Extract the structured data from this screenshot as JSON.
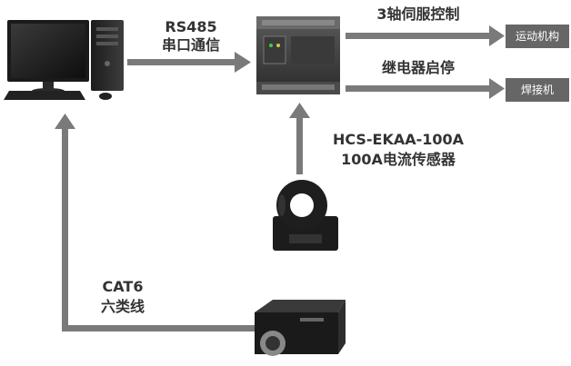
{
  "labels": {
    "rs485_line1": "RS485",
    "rs485_line2": "串口通信",
    "servo_control": "3轴伺服控制",
    "relay_control": "继电器启停",
    "sensor_line1": "HCS-EKAA-100A",
    "sensor_line2": "100A电流传感器",
    "cat6_line1": "CAT6",
    "cat6_line2": "六类线"
  },
  "boxes": {
    "motion": "运动机构",
    "welder": "焊接机"
  },
  "colors": {
    "arrow": "#7a7a7a",
    "box_fill": "#666666",
    "label_text": "#333333"
  },
  "icons": {
    "computer": "desktop-computer-icon",
    "plc": "plc-controller-icon",
    "sensor": "current-sensor-icon",
    "camera": "industrial-camera-icon"
  }
}
